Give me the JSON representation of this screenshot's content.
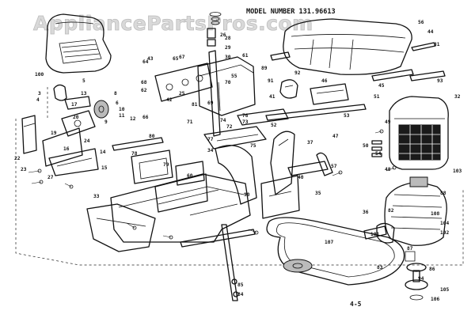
{
  "watermark": "AppliancePartsPros.com",
  "header": {
    "model_caption": "MODEL NUMBER 131.96613"
  },
  "footer": {
    "page_number": "4-5"
  },
  "callouts": [
    {
      "id": "c-seat-5",
      "text": "5"
    },
    {
      "id": "c-100",
      "text": "100"
    },
    {
      "id": "c-3",
      "text": "3"
    },
    {
      "id": "c-4",
      "text": "4"
    },
    {
      "id": "c-13",
      "text": "13"
    },
    {
      "id": "c-17a",
      "text": "17"
    },
    {
      "id": "c-8",
      "text": "8"
    },
    {
      "id": "c-10",
      "text": "10"
    },
    {
      "id": "c-11",
      "text": "11"
    },
    {
      "id": "c-9",
      "text": "9"
    },
    {
      "id": "c-12",
      "text": "12"
    },
    {
      "id": "c-6",
      "text": "6"
    },
    {
      "id": "c-14",
      "text": "14"
    },
    {
      "id": "c-15",
      "text": "15"
    },
    {
      "id": "c-16",
      "text": "16"
    },
    {
      "id": "c-24a",
      "text": "24"
    },
    {
      "id": "c-22a",
      "text": "22"
    },
    {
      "id": "c-23",
      "text": "23"
    },
    {
      "id": "c-27",
      "text": "27"
    },
    {
      "id": "c-19",
      "text": "19"
    },
    {
      "id": "c-20",
      "text": "20"
    },
    {
      "id": "c-25a",
      "text": "25"
    },
    {
      "id": "c-26",
      "text": "26"
    },
    {
      "id": "c-28",
      "text": "28"
    },
    {
      "id": "c-29",
      "text": "29"
    },
    {
      "id": "c-30",
      "text": "30"
    },
    {
      "id": "c-31",
      "text": "31"
    },
    {
      "id": "c-32",
      "text": "32"
    },
    {
      "id": "c-33",
      "text": "33"
    },
    {
      "id": "c-34",
      "text": "34"
    },
    {
      "id": "c-35",
      "text": "35"
    },
    {
      "id": "c-36",
      "text": "36"
    },
    {
      "id": "c-37",
      "text": "37"
    },
    {
      "id": "c-40",
      "text": "40"
    },
    {
      "id": "c-41",
      "text": "41"
    },
    {
      "id": "c-42",
      "text": "42"
    },
    {
      "id": "c-43",
      "text": "43"
    },
    {
      "id": "c-44",
      "text": "44"
    },
    {
      "id": "c-45",
      "text": "45"
    },
    {
      "id": "c-46",
      "text": "46"
    },
    {
      "id": "c-47",
      "text": "47"
    },
    {
      "id": "c-48",
      "text": "48"
    },
    {
      "id": "c-49",
      "text": "49"
    },
    {
      "id": "c-50",
      "text": "50"
    },
    {
      "id": "c-51",
      "text": "51"
    },
    {
      "id": "c-52",
      "text": "52"
    },
    {
      "id": "c-53",
      "text": "53"
    },
    {
      "id": "c-54",
      "text": "54"
    },
    {
      "id": "c-55",
      "text": "55"
    },
    {
      "id": "c-56",
      "text": "56"
    },
    {
      "id": "c-57",
      "text": "57"
    },
    {
      "id": "c-60",
      "text": "60"
    },
    {
      "id": "c-61",
      "text": "61"
    },
    {
      "id": "c-62",
      "text": "62"
    },
    {
      "id": "c-64",
      "text": "64"
    },
    {
      "id": "c-65",
      "text": "65"
    },
    {
      "id": "c-66",
      "text": "66"
    },
    {
      "id": "c-67",
      "text": "67"
    },
    {
      "id": "c-68",
      "text": "68"
    },
    {
      "id": "c-69",
      "text": "69"
    },
    {
      "id": "c-70",
      "text": "70"
    },
    {
      "id": "c-71",
      "text": "71"
    },
    {
      "id": "c-72",
      "text": "72"
    },
    {
      "id": "c-73",
      "text": "73"
    },
    {
      "id": "c-74",
      "text": "74"
    },
    {
      "id": "c-75",
      "text": "75"
    },
    {
      "id": "c-76",
      "text": "76"
    },
    {
      "id": "c-77",
      "text": "77"
    },
    {
      "id": "c-78",
      "text": "78"
    },
    {
      "id": "c-79",
      "text": "79"
    },
    {
      "id": "c-80",
      "text": "80"
    },
    {
      "id": "c-81",
      "text": "81"
    },
    {
      "id": "c-82",
      "text": "82"
    },
    {
      "id": "c-83",
      "text": "83"
    },
    {
      "id": "c-84",
      "text": "84"
    },
    {
      "id": "c-85",
      "text": "85"
    },
    {
      "id": "c-86",
      "text": "86"
    },
    {
      "id": "c-87",
      "text": "87"
    },
    {
      "id": "c-88",
      "text": "88"
    },
    {
      "id": "c-89",
      "text": "89"
    },
    {
      "id": "c-90",
      "text": "90"
    },
    {
      "id": "c-91",
      "text": "91"
    },
    {
      "id": "c-92",
      "text": "92"
    },
    {
      "id": "c-93",
      "text": "93"
    },
    {
      "id": "c-94",
      "text": "94"
    },
    {
      "id": "c-101",
      "text": "101"
    },
    {
      "id": "c-102",
      "text": "102"
    },
    {
      "id": "c-103",
      "text": "103"
    },
    {
      "id": "c-104",
      "text": "104"
    },
    {
      "id": "c-105",
      "text": "105"
    },
    {
      "id": "c-106",
      "text": "106"
    },
    {
      "id": "c-107",
      "text": "107"
    },
    {
      "id": "c-108",
      "text": "108"
    }
  ]
}
